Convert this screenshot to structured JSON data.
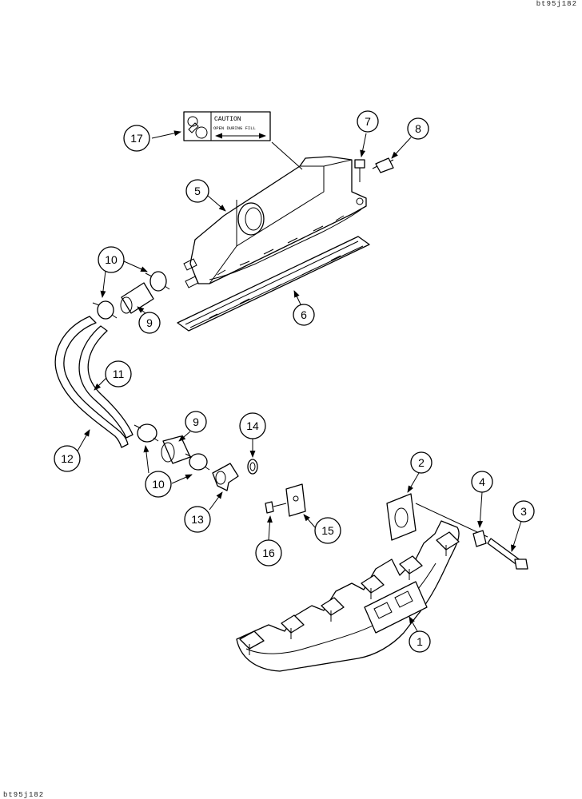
{
  "reference_codes": {
    "top": "bt95j182",
    "bottom": "bt95j182"
  },
  "decal": {
    "line1": "CAUTION",
    "line2": "OPEN DURING FILL"
  },
  "callouts": [
    {
      "id": "17",
      "label": "17"
    },
    {
      "id": "5",
      "label": "5"
    },
    {
      "id": "7",
      "label": "7"
    },
    {
      "id": "8",
      "label": "8"
    },
    {
      "id": "10a",
      "label": "10"
    },
    {
      "id": "9a",
      "label": "9"
    },
    {
      "id": "6",
      "label": "6"
    },
    {
      "id": "11",
      "label": "11"
    },
    {
      "id": "12",
      "label": "12"
    },
    {
      "id": "9b",
      "label": "9"
    },
    {
      "id": "14",
      "label": "14"
    },
    {
      "id": "10b",
      "label": "10"
    },
    {
      "id": "13",
      "label": "13"
    },
    {
      "id": "2",
      "label": "2"
    },
    {
      "id": "4",
      "label": "4"
    },
    {
      "id": "3",
      "label": "3"
    },
    {
      "id": "15",
      "label": "15"
    },
    {
      "id": "16",
      "label": "16"
    },
    {
      "id": "1",
      "label": "1"
    }
  ]
}
